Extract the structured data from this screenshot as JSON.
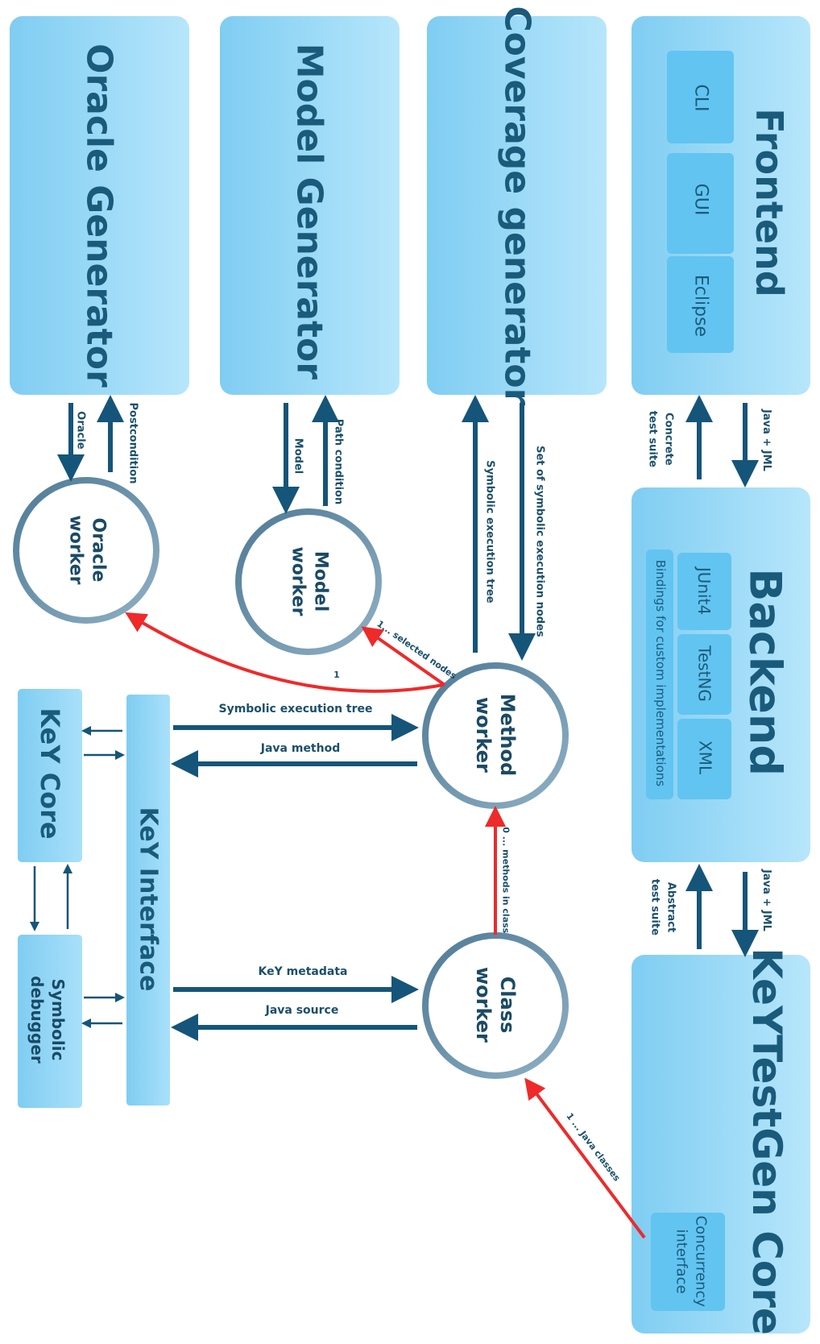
{
  "colors": {
    "box_light": "#b7e6fb",
    "box_dark": "#7fcdf2",
    "inner_box": "#62c4f1",
    "text_dark": "#1a5a7a",
    "arrow_dark": "#155579",
    "arrow_red": "#ee2a2a",
    "circle_stroke": "#6b8ea6"
  },
  "boxes": {
    "oracle_generator": "Oracle Generator",
    "model_generator": "Model Generator",
    "coverage_generator": "Coverage generator",
    "frontend": {
      "title": "Frontend",
      "items": [
        "CLI",
        "GUI",
        "Eclipse"
      ]
    },
    "backend": {
      "title": "Backend",
      "items": [
        "JUnit4",
        "TestNG",
        "XML"
      ],
      "bindings": "Bindings for custom implementations"
    },
    "keytestgen_core": {
      "title": "KeYTestGen Core",
      "concurrency": [
        "Concurrency",
        "interface"
      ]
    },
    "key_core": "KeY Core",
    "symbolic_debugger": [
      "Symbolic",
      "debugger"
    ],
    "key_interface": "KeY Interface"
  },
  "workers": {
    "oracle": [
      "Oracle",
      "worker"
    ],
    "model": [
      "Model",
      "worker"
    ],
    "method": [
      "Method",
      "worker"
    ],
    "class": [
      "Class",
      "worker"
    ]
  },
  "arrow_labels": {
    "postcondition": "Postcondition",
    "oracle": "Oracle",
    "path_condition": "Path condition",
    "model": "Model",
    "set_symbolic_nodes": "Set of symbolic execution nodes",
    "symbolic_tree_up": "Symbolic execution tree",
    "java_jml_1": "Java + JML",
    "concrete_suite": [
      "Concrete",
      "test suite"
    ],
    "java_jml_2": "Java + JML",
    "abstract_suite": [
      "Abstract",
      "test suite"
    ],
    "selected_nodes": "1... selected nodes",
    "one": "1",
    "methods_in_class": "0 ... methods in class",
    "java_classes": "1 ... Java classes",
    "symbolic_tree_h": "Symbolic execution tree",
    "java_method": "Java method",
    "key_metadata": "KeY metadata",
    "java_source": "Java source"
  }
}
